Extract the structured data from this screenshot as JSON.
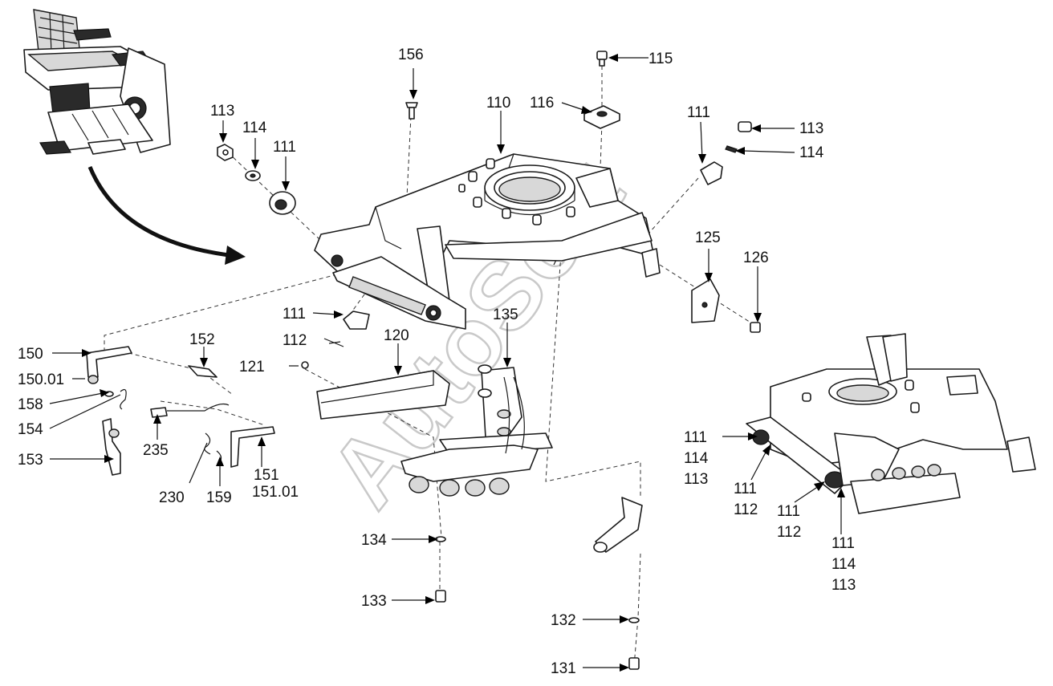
{
  "watermark": "AutoSoft",
  "callouts": {
    "c156": "156",
    "c115": "115",
    "c110": "110",
    "c116": "116",
    "c113a": "113",
    "c114a": "114",
    "c111a": "111",
    "c111b": "111",
    "c113b": "113",
    "c114b": "114",
    "c125": "125",
    "c126": "126",
    "c111c": "111",
    "c112a": "112",
    "c121": "121",
    "c120": "120",
    "c135": "135",
    "c150": "150",
    "c150_01": "150.01",
    "c158": "158",
    "c154": "154",
    "c153": "153",
    "c152": "152",
    "c235": "235",
    "c230": "230",
    "c159": "159",
    "c151": "151",
    "c151_01": "151.01",
    "c134": "134",
    "c133": "133",
    "c132": "132",
    "c131": "131",
    "c111d": "111",
    "c114c": "114",
    "c113c": "113",
    "c111e": "111",
    "c112b": "112",
    "c111f": "111",
    "c112c": "112",
    "c111g": "111",
    "c114d": "114",
    "c113d": "113"
  }
}
